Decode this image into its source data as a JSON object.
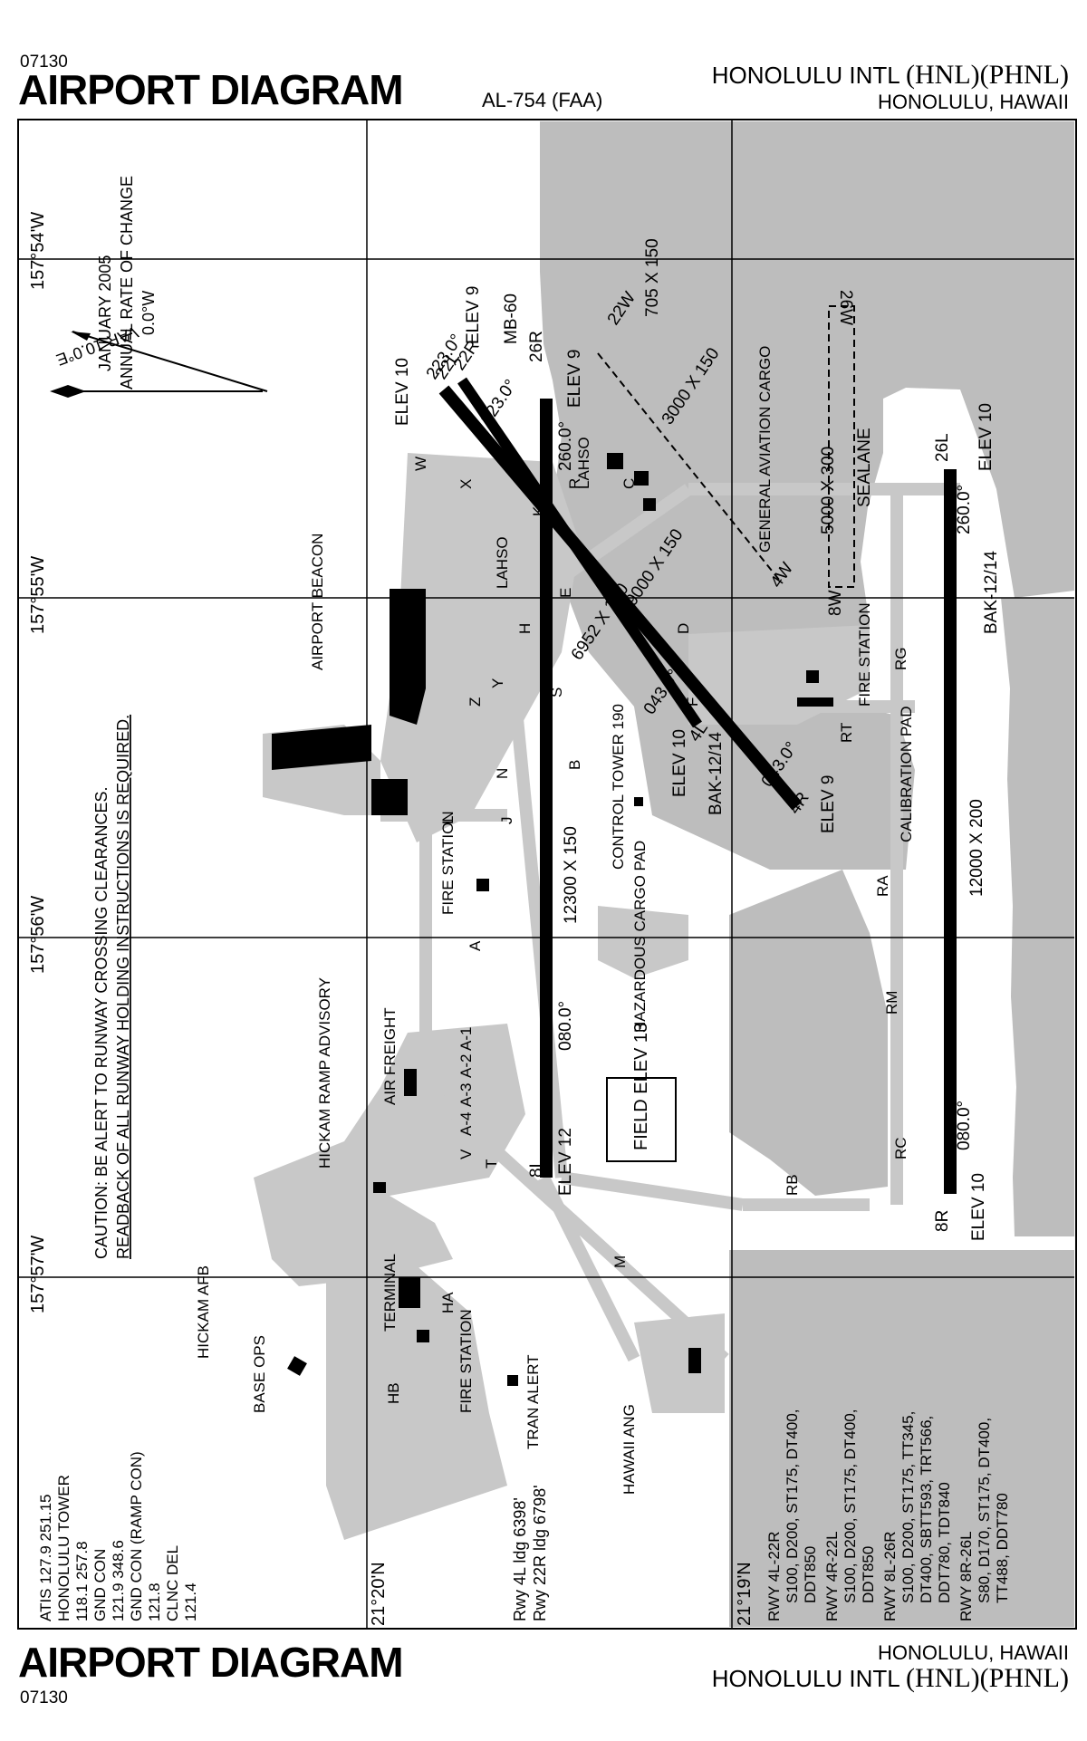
{
  "header": {
    "chart_number": "07130",
    "title": "AIRPORT DIAGRAM",
    "chart_ref": "AL-754 (FAA)",
    "airport_name": "HONOLULU INTL",
    "airport_codes": "(HNL)(PHNL)",
    "city_state": "HONOLULU, HAWAII"
  },
  "footer": {
    "title": "AIRPORT DIAGRAM",
    "chart_number": "07130",
    "city_state": "HONOLULU, HAWAII",
    "airport_name": "HONOLULU INTL",
    "airport_codes": "(HNL)(PHNL)"
  },
  "grid": {
    "longitudes": [
      "157°54'W",
      "157°55'W",
      "157°56'W",
      "157°57'W"
    ],
    "latitudes": [
      "21°20'N",
      "21°19'N"
    ]
  },
  "frequencies": [
    "ATIS 127.9 251.15",
    "HONOLULU TOWER",
    "118.1 257.8",
    "GND CON",
    "121.9 348.6",
    "GND CON (RAMP CON)",
    "121.8",
    "CLNC DEL",
    "121.4"
  ],
  "caution": [
    "CAUTION: BE ALERT TO RUNWAY CROSSING CLEARANCES.",
    "READBACK OF ALL RUNWAY HOLDING INSTRUCTIONS IS REQUIRED."
  ],
  "variation": {
    "var": "VAR 10.0°E",
    "date": "JANUARY 2005",
    "rate_label": "ANNUAL RATE OF CHANGE",
    "rate": "0.0°W"
  },
  "runways": {
    "r8l_26r": {
      "dims": "12300 X 150",
      "end_a": "8L",
      "end_b": "26R",
      "hdg_a": "080.0°",
      "hdg_b": "260.0°",
      "elev_a": "ELEV 12",
      "elev_b": "ELEV 9"
    },
    "r8r_26l": {
      "dims": "12000 X 200",
      "end_a": "8R",
      "end_b": "26L",
      "hdg_a": "080.0°",
      "hdg_b": "260.0°",
      "elev_a": "ELEV 10",
      "elev_b": "ELEV 10",
      "bak": "BAK-12/14"
    },
    "r4r_22l": {
      "dims": "9000 X 150",
      "end_a": "4R",
      "end_b": "22L",
      "hdg_a": "043.0°",
      "hdg_b": "223.0°",
      "elev_a": "ELEV 9",
      "elev_b": "ELEV 10"
    },
    "r4l_22r": {
      "dims": "6952 X 150",
      "end_a": "4L",
      "end_b": "22R",
      "hdg_a": "043.0°",
      "hdg_b": "223.0°",
      "elev_a": "ELEV 10",
      "elev_b": "ELEV 9",
      "bak": "BAK-12/14"
    },
    "seaplane": {
      "dims": "5000 X 300",
      "name": "SEALANE",
      "end_a": "8W",
      "end_b": "26W"
    },
    "sea_22w": {
      "dims": "3000 X 150",
      "end_a": "4W",
      "end_b": "22W"
    },
    "mb60": {
      "name": "MB-60",
      "dims": "705 X 150"
    }
  },
  "labels": {
    "field_elev": "FIELD ELEV 13",
    "control_tower": "CONTROL TOWER 190",
    "hazardous_cargo": "HAZARDOUS CARGO PAD",
    "air_freight": "AIR FREIGHT",
    "hickam_ramp": "HICKAM RAMP ADVISORY",
    "hickam_afb": "HICKAM AFB",
    "base_ops": "BASE OPS",
    "terminal": "TERMINAL",
    "fire_station": "FIRE STATION",
    "tran_alert": "TRAN ALERT",
    "hawaii_ang": "HAWAII ANG",
    "airport_beacon": "AIRPORT BEACON",
    "general_aviation": "GENERAL AVIATION CARGO",
    "calibration_pad": "CALIBRATION PAD",
    "lahso": "LAHSO",
    "ldg_4l": "Rwy 4L ldg 6398'",
    "ldg_22r": "Rwy 22R ldg 6798'",
    "hb": "HB",
    "ha": "HA"
  },
  "taxiways": [
    "A",
    "B",
    "C",
    "D",
    "E",
    "F",
    "G",
    "H",
    "J",
    "K",
    "L",
    "M",
    "N",
    "P",
    "R",
    "S",
    "T",
    "V",
    "W",
    "X",
    "Y",
    "Z",
    "RA",
    "RB",
    "RC",
    "RG",
    "RM",
    "RT",
    "A-1",
    "A-2",
    "A-3",
    "A-4"
  ],
  "strengths": [
    "RWY 4L-22R",
    "S100, D200, ST175, DT400,",
    "DDT850",
    "RWY 4R-22L",
    "S100, D200, ST175, DT400,",
    "DDT850",
    "RWY 8L-26R",
    "S100, D200, ST175, TT345,",
    "DT400, SBTT593, TRT566,",
    "DDT780, TDT840",
    "RWY 8R-26L",
    "S80, D170, ST175, DT400,",
    "TT488, DDT780"
  ],
  "colors": {
    "water": "#bdbdbd",
    "pavement": "#c8c8c8",
    "runway": "#000000",
    "buildings": "#000000"
  }
}
